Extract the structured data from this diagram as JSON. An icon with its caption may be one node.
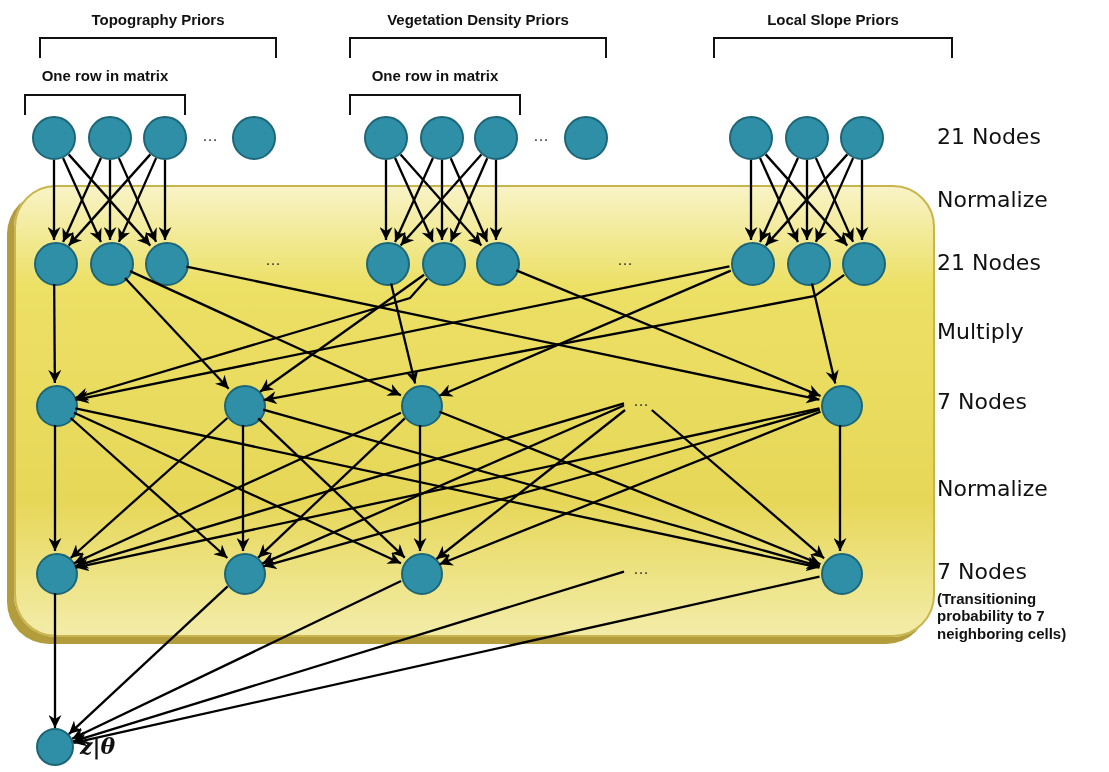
{
  "diagram": {
    "nodes": [
      {
        "text": [],
        "shape": "box"
      },
      {
        "text": [],
        "shape": "circle"
      },
      {
        "text": [],
        "shape": "circle"
      },
      {
        "text": [],
        "shape": "circle"
      },
      {
        "text": [],
        "shape": "circle"
      },
      {
        "text": [],
        "shape": "circle"
      },
      {
        "text": [],
        "shape": "circle"
      },
      {
        "text": [],
        "shape": "circle"
      },
      {
        "text": [],
        "shape": "circle"
      },
      {
        "text": [],
        "shape": "circle"
      },
      {
        "text": [],
        "shape": "circle"
      },
      {
        "text": [],
        "shape": "circle"
      },
      {
        "text": [],
        "shape": "circle",
        "in": 0
      },
      {
        "text": [],
        "shape": "circle",
        "in": 0
      },
      {
        "text": [],
        "shape": "circle",
        "in": 0
      },
      {
        "text": [],
        "shape": "circle",
        "in": 0
      },
      {
        "text": [],
        "shape": "circle",
        "in": 0
      },
      {
        "text": [],
        "shape": "circle",
        "in": 0
      },
      {
        "text": [],
        "shape": "circle",
        "in": 0
      },
      {
        "text": [],
        "shape": "circle",
        "in": 0
      },
      {
        "text": [],
        "shape": "circle",
        "in": 0
      },
      {
        "text": [],
        "shape": "circle",
        "in": 0
      },
      {
        "text": [],
        "shape": "circle",
        "in": 0
      },
      {
        "text": [],
        "shape": "circle",
        "in": 0
      },
      {
        "text": [
          "…"
        ],
        "in": 0
      },
      {
        "text": [],
        "shape": "circle",
        "in": 0
      },
      {
        "text": [],
        "shape": "circle",
        "in": 0
      },
      {
        "text": [],
        "shape": "circle",
        "in": 0
      },
      {
        "text": [],
        "shape": "circle",
        "in": 0
      },
      {
        "text": [
          "…"
        ],
        "in": 0
      },
      {
        "text": [],
        "shape": "circle",
        "in": 0
      },
      {
        "text": [],
        "shape": "circle",
        "beside": [
          "z|θ"
        ]
      }
    ],
    "edges": [
      {
        "from": 1,
        "to": 12,
        "arrow": "to"
      },
      {
        "from": 1,
        "to": 13,
        "arrow": "to"
      },
      {
        "from": 1,
        "to": 14,
        "arrow": "to"
      },
      {
        "from": 2,
        "to": 12,
        "arrow": "to"
      },
      {
        "from": 2,
        "to": 13,
        "arrow": "to"
      },
      {
        "from": 2,
        "to": 14,
        "arrow": "to"
      },
      {
        "from": 3,
        "to": 12,
        "arrow": "to"
      },
      {
        "from": 3,
        "to": 13,
        "arrow": "to"
      },
      {
        "from": 3,
        "to": 14,
        "arrow": "to"
      },
      {
        "from": 5,
        "to": 15,
        "arrow": "to"
      },
      {
        "from": 5,
        "to": 16,
        "arrow": "to"
      },
      {
        "from": 5,
        "to": 17,
        "arrow": "to"
      },
      {
        "from": 6,
        "to": 15,
        "arrow": "to"
      },
      {
        "from": 6,
        "to": 16,
        "arrow": "to"
      },
      {
        "from": 6,
        "to": 17,
        "arrow": "to"
      },
      {
        "from": 7,
        "to": 15,
        "arrow": "to"
      },
      {
        "from": 7,
        "to": 16,
        "arrow": "to"
      },
      {
        "from": 7,
        "to": 17,
        "arrow": "to"
      },
      {
        "from": 9,
        "to": 18,
        "arrow": "to"
      },
      {
        "from": 9,
        "to": 19,
        "arrow": "to"
      },
      {
        "from": 9,
        "to": 20,
        "arrow": "to"
      },
      {
        "from": 10,
        "to": 18,
        "arrow": "to"
      },
      {
        "from": 10,
        "to": 19,
        "arrow": "to"
      },
      {
        "from": 10,
        "to": 20,
        "arrow": "to"
      },
      {
        "from": 11,
        "to": 18,
        "arrow": "to"
      },
      {
        "from": 11,
        "to": 19,
        "arrow": "to"
      },
      {
        "from": 11,
        "to": 20,
        "arrow": "to"
      },
      {
        "from": 12,
        "to": 21,
        "arrow": "to"
      },
      {
        "from": 13,
        "to": 22,
        "arrow": "to"
      },
      {
        "from": 13,
        "to": 23,
        "arrow": "to"
      },
      {
        "from": 14,
        "to": 25,
        "arrow": "to"
      },
      {
        "from": 15,
        "to": 23,
        "arrow": "to"
      },
      {
        "from": 16,
        "to": 21,
        "arrow": "to"
      },
      {
        "from": 16,
        "to": 22,
        "arrow": "to"
      },
      {
        "from": 17,
        "to": 25,
        "arrow": "to"
      },
      {
        "from": 18,
        "to": 21,
        "arrow": "to"
      },
      {
        "from": 18,
        "to": 23,
        "arrow": "to"
      },
      {
        "from": 19,
        "to": 25,
        "arrow": "to"
      },
      {
        "from": 20,
        "to": 22,
        "arrow": "to"
      },
      {
        "from": 21,
        "to": 26,
        "arrow": "to"
      },
      {
        "from": 21,
        "to": 27,
        "arrow": "to"
      },
      {
        "from": 21,
        "to": 28,
        "arrow": "to"
      },
      {
        "from": 21,
        "to": 30,
        "arrow": "to"
      },
      {
        "from": 22,
        "to": 26,
        "arrow": "to"
      },
      {
        "from": 22,
        "to": 27,
        "arrow": "to"
      },
      {
        "from": 22,
        "to": 28,
        "arrow": "to"
      },
      {
        "from": 22,
        "to": 30,
        "arrow": "to"
      },
      {
        "from": 23,
        "to": 26,
        "arrow": "to"
      },
      {
        "from": 23,
        "to": 27,
        "arrow": "to"
      },
      {
        "from": 23,
        "to": 28,
        "arrow": "to"
      },
      {
        "from": 23,
        "to": 30,
        "arrow": "to"
      },
      {
        "from": 24,
        "to": 26,
        "arrow": "to"
      },
      {
        "from": 24,
        "to": 27,
        "arrow": "to"
      },
      {
        "from": 24,
        "to": 28,
        "arrow": "to"
      },
      {
        "from": 24,
        "to": 30,
        "arrow": "to"
      },
      {
        "from": 25,
        "to": 26,
        "arrow": "to"
      },
      {
        "from": 25,
        "to": 27,
        "arrow": "to"
      },
      {
        "from": 25,
        "to": 28,
        "arrow": "to"
      },
      {
        "from": 25,
        "to": 30,
        "arrow": "to"
      },
      {
        "from": 26,
        "to": 31,
        "arrow": "to"
      },
      {
        "from": 27,
        "to": 31,
        "arrow": "to"
      },
      {
        "from": 28,
        "to": 31,
        "arrow": "to"
      },
      {
        "from": 29,
        "to": 31,
        "arrow": "to"
      },
      {
        "from": 30,
        "to": 31,
        "arrow": "to"
      }
    ],
    "labels": [
      "Topography Priors",
      "Vegetation Density Priors",
      "Local Slope Priors",
      "One row in matrix",
      "One row in matrix",
      "…",
      "…",
      "21 Nodes",
      "Normalize",
      "…",
      "…",
      "21 Nodes",
      "Multiply",
      "7 Nodes",
      "Normalize",
      "7 Nodes",
      "(Transitioning probability to 7 neighboring cells)"
    ]
  }
}
